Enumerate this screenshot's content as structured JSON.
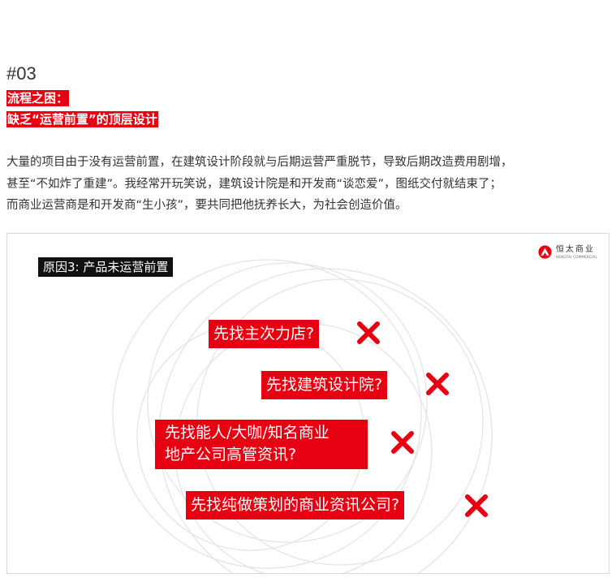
{
  "section": {
    "number": "#03",
    "heading_line1": "流程之困：",
    "heading_line2": "缺乏“运营前置”的顶层设计"
  },
  "body": {
    "line1": "大量的项目由于没有运营前置，在建筑设计阶段就与后期运营严重脱节，导致后期改造费用剧增，",
    "line2": "甚至“不如炸了重建”。我经常开玩笑说，建筑设计院是和开发商“谈恋爱”，图纸交付就结束了；",
    "line3": "而商业运营商是和开发商“生小孩”，要共同把他抚养长大，为社会创造价值。"
  },
  "slide": {
    "title": "原因3: 产品未运营前置",
    "logo_cn": "恒太商业",
    "logo_en": "HENGTAI COMMERCIAL",
    "questions": [
      "先找主次力店?",
      "先找建筑设计院?",
      "先找能人/大咖/知名商业",
      "地产公司高管资讯?",
      "先找纯做策划的商业资讯公司?"
    ],
    "colors": {
      "accent": "#e60012",
      "title_bg": "#111111"
    },
    "icons": [
      "x-icon",
      "logo-icon"
    ]
  }
}
